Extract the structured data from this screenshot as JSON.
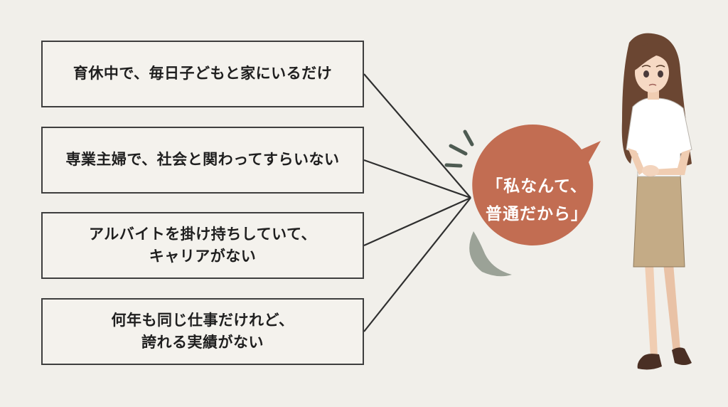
{
  "diagram": {
    "items": [
      {
        "text": "育休中で、毎日子どもと家にいるだけ"
      },
      {
        "text": "専業主婦で、社会と関わってすらいない"
      },
      {
        "text": "アルバイトを掛け持ちしていて、\nキャリアがない"
      },
      {
        "text": "何年も同じ仕事だけれど、\n誇れる実績がない"
      }
    ],
    "bubble": {
      "text": "「私なんて、\n普通だから」",
      "color": "#c26d52",
      "shadow_color": "#8c9488"
    },
    "colors": {
      "background": "#f1efea",
      "box_border": "#3e3e3e",
      "connector": "#2f2f2f",
      "skirt": "#c4ab86",
      "blouse": "#ffffff",
      "hair": "#6b4632",
      "shoes": "#4a2f24"
    },
    "illustration": {
      "subject": "worried-woman-illustration"
    }
  }
}
